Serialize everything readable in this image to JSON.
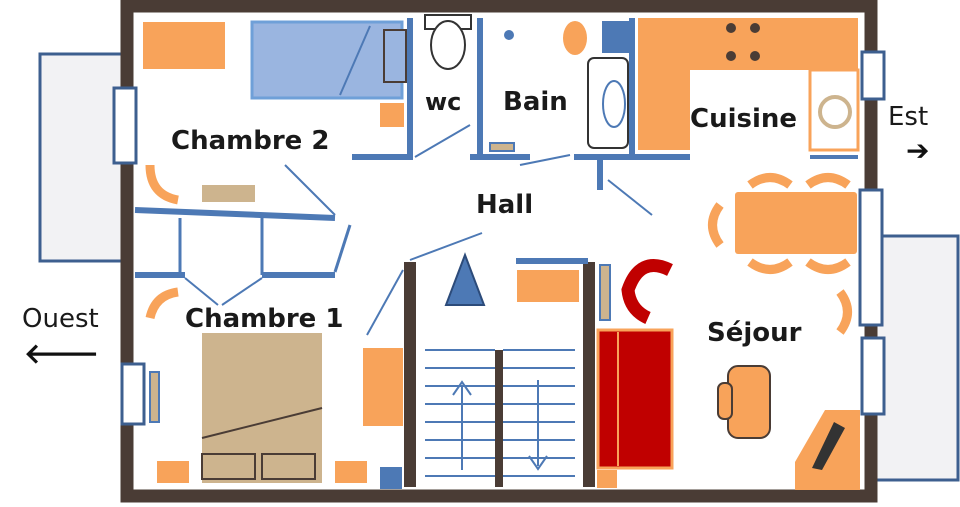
{
  "rooms": {
    "chambre2": "Chambre 2",
    "wc": "wc",
    "bain": "Bain",
    "cuisine": "Cuisine",
    "hall": "Hall",
    "chambre1": "Chambre 1",
    "sejour": "Séjour"
  },
  "directions": {
    "ouest": "Ouest",
    "est": "Est",
    "ouest_arrow": "🡐",
    "est_arrow": "➔"
  },
  "colors": {
    "wall": "#4a3c35",
    "furniture_orange": "#f8a35a",
    "partition_blue": "#4d79b5",
    "bed_tan": "#cdb48e",
    "sofa_red": "#c00000",
    "bath_blue": "#9ab5e0"
  },
  "icons": [
    "window-icon",
    "door-swing-icon",
    "stairs-icon",
    "table-icon",
    "bed-icon",
    "bathtub-icon",
    "toilet-icon",
    "sink-icon",
    "stove-icon",
    "sofa-icon",
    "armchair-icon",
    "tv-icon"
  ]
}
